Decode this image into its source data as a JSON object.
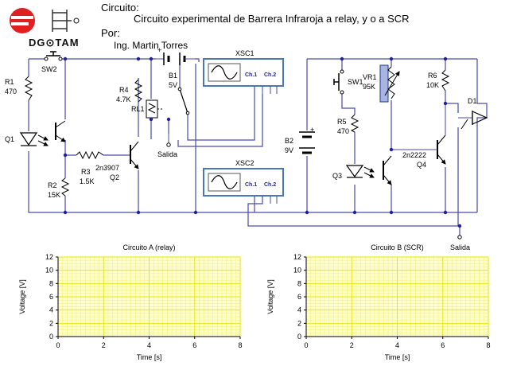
{
  "header": {
    "circuit_label": "Circuito:",
    "circuit_title": "Circuito experimental de Barrera Infraroja a relay, y o a SCR",
    "by_label": "Por:",
    "author": "Ing. Martin Torres",
    "logo_text": "DG⊙TAM"
  },
  "components": {
    "sw2": "SW2",
    "r1": [
      "R1",
      "470"
    ],
    "q1": "Q1",
    "r2": [
      "R2",
      "15K"
    ],
    "r3": [
      "R3",
      "1.5K"
    ],
    "q2": [
      "2n3907",
      "Q2"
    ],
    "r4": [
      "R4",
      "4.7K"
    ],
    "rl1": "RL1",
    "b1": [
      "B1",
      "5V"
    ],
    "salida1": "Salida",
    "xsc1": "XSC1",
    "xsc2": "XSC2",
    "ch1": "Ch.1",
    "ch2": "Ch.2",
    "b2": [
      "B2",
      "9V"
    ],
    "sw1": "SW1",
    "vr1": [
      "VR1",
      "95K"
    ],
    "r5": [
      "R5",
      "470"
    ],
    "q3": "Q3",
    "r6": [
      "R6",
      "10K"
    ],
    "d1": "D1",
    "q4": [
      "2n2222",
      "Q4"
    ],
    "salida2": "Salida",
    "plus": "+"
  },
  "chart_data": [
    {
      "type": "line",
      "title": "Circuito A (relay)",
      "xlabel": "Time [s]",
      "ylabel": "Voltage [V]",
      "xlim": [
        0,
        8
      ],
      "ylim": [
        0,
        12
      ],
      "xticks": [
        0,
        2,
        4,
        6,
        8
      ],
      "yticks": [
        0,
        2,
        4,
        6,
        8,
        10,
        12
      ],
      "grid": true,
      "series": []
    },
    {
      "type": "line",
      "title": "Circuito B (SCR)",
      "xlabel": "Time [s]",
      "ylabel": "Voltage [V]",
      "xlim": [
        0,
        8
      ],
      "ylim": [
        0,
        12
      ],
      "xticks": [
        0,
        2,
        4,
        6,
        8
      ],
      "yticks": [
        0,
        2,
        4,
        6,
        8,
        10,
        12
      ],
      "grid": true,
      "series": []
    }
  ],
  "colors": {
    "wire": "#4a4aa8",
    "plot_bg": "#ffffcc",
    "grid_major": "#e8e400",
    "grid_minor": "#f2ee70",
    "logo_red": "#e02020",
    "scope_panel": "#4a78b0",
    "scope_screen_bg": "#ffffff",
    "resistor_fill": "#1b3a8a",
    "vr_fill": "#aab4e0"
  }
}
